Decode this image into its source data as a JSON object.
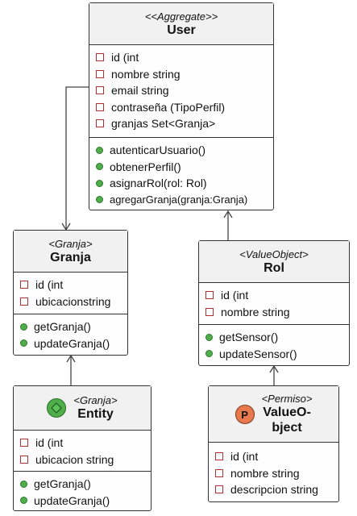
{
  "user": {
    "stereotype": "<<Aggregate>>",
    "name": "User",
    "attributes": [
      "id (int",
      "nombre  string",
      "email  string",
      "contraseña  (TipoPerfil)",
      "granjas  Set<Granja>"
    ],
    "operations": [
      "autenticarUsuario()",
      "obtenerPerfil()",
      "asignarRol(rol: Rol)",
      "agregarGranja(granja:Granja)"
    ]
  },
  "granja": {
    "stereotype": "<Granja>",
    "name": "Granja",
    "attributes": [
      "id (int",
      "ubicacionstring"
    ],
    "operations": [
      "getGranja()",
      "updateGranja()"
    ]
  },
  "rol": {
    "stereotype": "<ValueObject>",
    "name": "Rol",
    "attributes": [
      "id (int",
      "nombre string"
    ],
    "operations": [
      "getSensor()",
      "updateSensor()"
    ]
  },
  "entity": {
    "stereotype": "<Granja>",
    "name": "Entity",
    "icon": "entity-icon",
    "icon_color": "#4fae4a",
    "attributes": [
      "id (int",
      "ubicacion  string"
    ],
    "operations": [
      "getGranja()",
      "updateGranja()"
    ]
  },
  "valueobject": {
    "stereotype": "<Permiso>",
    "name_line1": "ValueO-",
    "name_line2": "bject",
    "icon": "permiso-icon",
    "icon_letter": "P",
    "icon_color": "#e8794e",
    "attributes": [
      "id (int",
      "nombre string",
      "descripcion string"
    ]
  }
}
